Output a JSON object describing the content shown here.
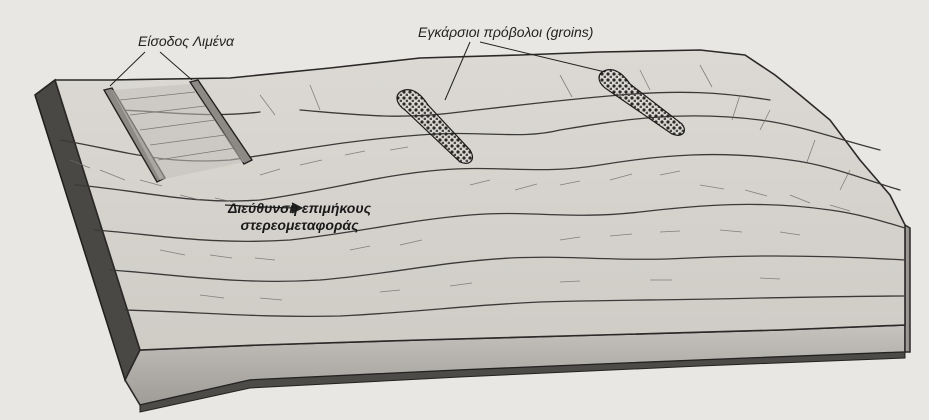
{
  "labels": {
    "harbor_entrance": "Είσοδος Λιμένα",
    "groins": "Εγκάρσιοι πρόβολοι (groins)",
    "direction_line1": "Διεύθυνση επιμήκους",
    "direction_line2": "στερεομεταφοράς"
  },
  "colors": {
    "background": "#e9e7e3",
    "land_top": "#d7d4cf",
    "land_side": "#8f8c88",
    "front_face": "#b9b6b1",
    "groin": "#3a3938",
    "ink": "#222222"
  }
}
